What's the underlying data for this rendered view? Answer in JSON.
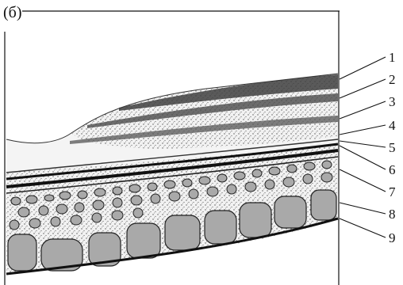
{
  "panel_label": "(б)",
  "layers": [
    {
      "number": "1"
    },
    {
      "number": "2"
    },
    {
      "number": "3"
    },
    {
      "number": "4"
    },
    {
      "number": "5"
    },
    {
      "number": "6"
    },
    {
      "number": "7"
    },
    {
      "number": "8"
    },
    {
      "number": "9"
    }
  ],
  "colors": {
    "ink": "#111111",
    "dark_band": "#3f3f3f",
    "stipple_fill": "#c9c9c9",
    "cell_fill": "#a9a9a9",
    "background": "#ffffff"
  }
}
